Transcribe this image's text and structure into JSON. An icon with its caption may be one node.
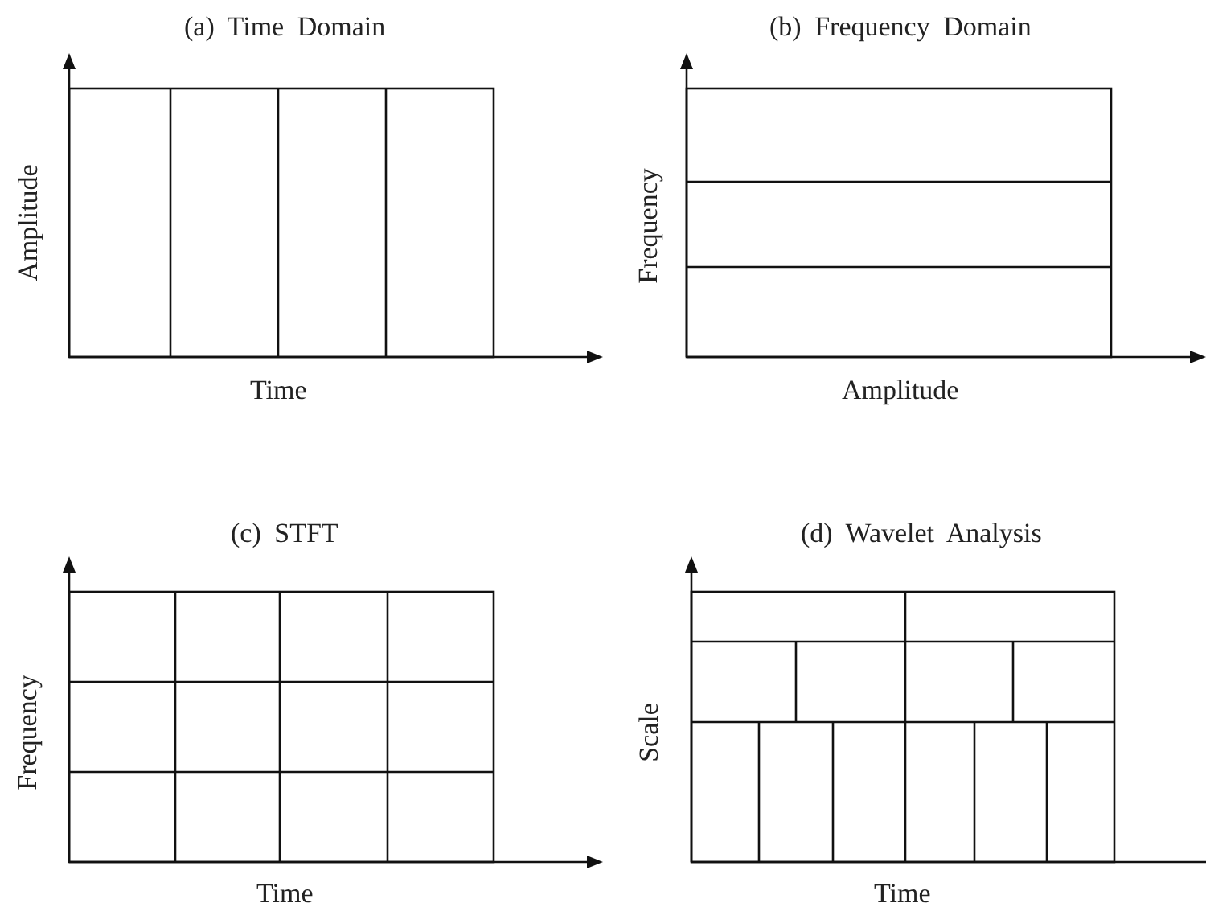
{
  "diagram": {
    "labels": [
      "(a) Time Domain",
      "(b) Frequency Domain",
      "Amplitude",
      "Frequency",
      "Time",
      "Amplitude",
      "(c) STFT",
      "(d) Wavelet Analysis",
      "Frequency",
      "Scale",
      "Time",
      "Time"
    ]
  }
}
